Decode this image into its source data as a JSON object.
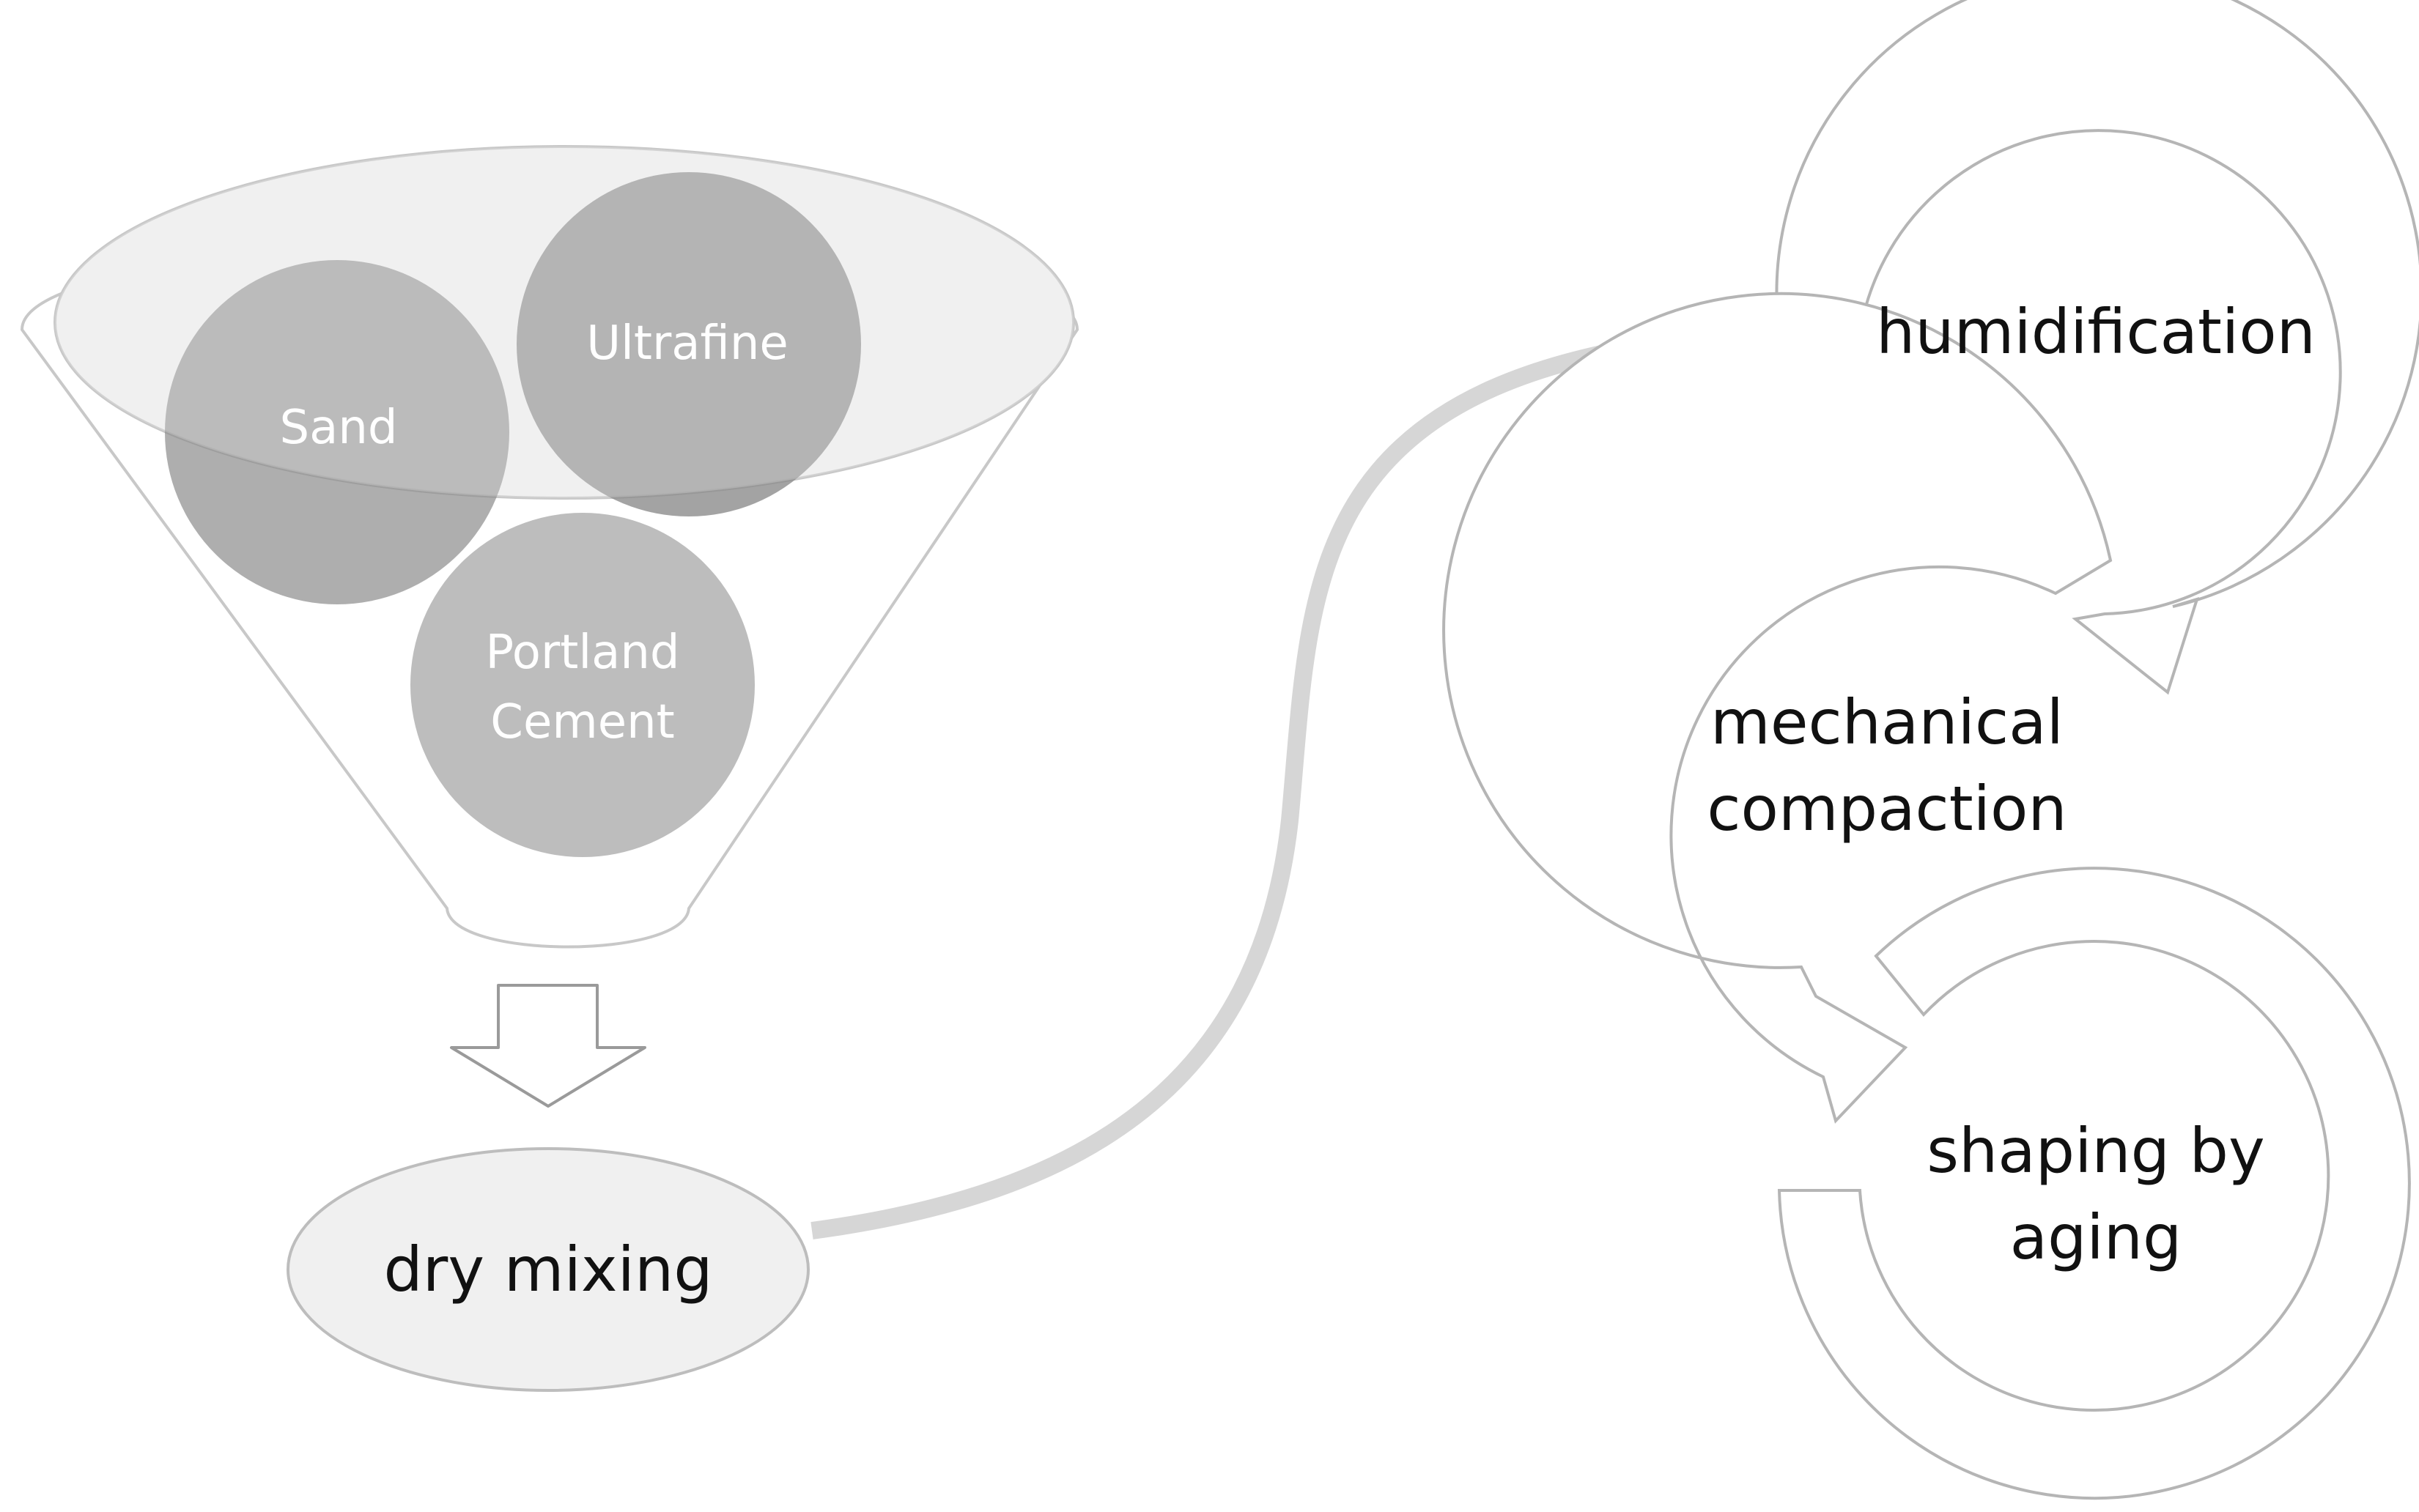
{
  "ingredients": {
    "sand": "Sand",
    "ultrafine": "Ultrafine",
    "portland_line1": "Portland",
    "portland_line2": "Cement"
  },
  "mixing": {
    "label": "dry mixing"
  },
  "cycle": {
    "humidification": "humidification",
    "compaction_line1": "mechanical",
    "compaction_line2": "compaction",
    "shaping_line1": "shaping by",
    "shaping_line2": "aging"
  },
  "colors": {
    "background": "#ffffff",
    "funnel_outline": "#c8c8c8",
    "ellipse_fill": "#f0f0f0",
    "sand_fill": "#8c8c8c",
    "ultrafine_fill": "#8c8c8c",
    "portland_fill": "#bdbdbd",
    "curved_arrow": "#d6d6d6",
    "cycle_outline": "#b5b5b5",
    "text_dark": "#111111",
    "text_light": "#ffffff"
  }
}
